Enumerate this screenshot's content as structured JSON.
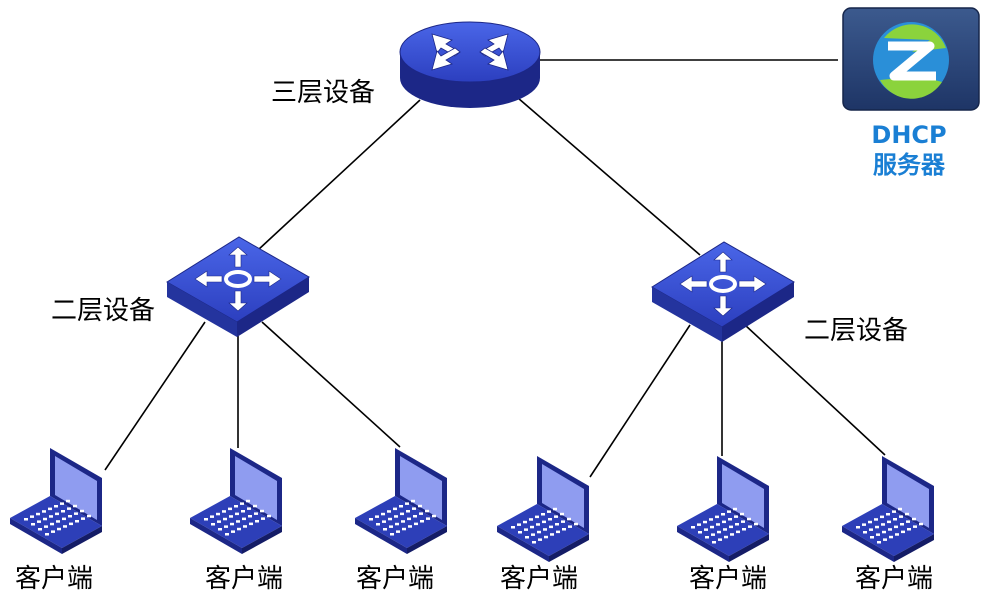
{
  "labels": {
    "core": "三层设备",
    "access_left": "二层设备",
    "access_right": "二层设备",
    "dhcp_line1": "DHCP",
    "dhcp_line2": "服务器",
    "client": "客户端"
  },
  "clients": [
    "客户端",
    "客户端",
    "客户端",
    "客户端",
    "客户端",
    "客户端"
  ],
  "colors": {
    "device_blue": "#2d3fb8",
    "device_top": "#3a56d6",
    "device_dark": "#1c2787",
    "screen": "#8f9cf0",
    "label_accent": "#1a7fd4",
    "link_line": "#000000"
  },
  "icons": {
    "core": "l3-router-icon",
    "access": "l2-switch-icon",
    "client": "laptop-icon",
    "server": "dhcp-server-icon"
  }
}
